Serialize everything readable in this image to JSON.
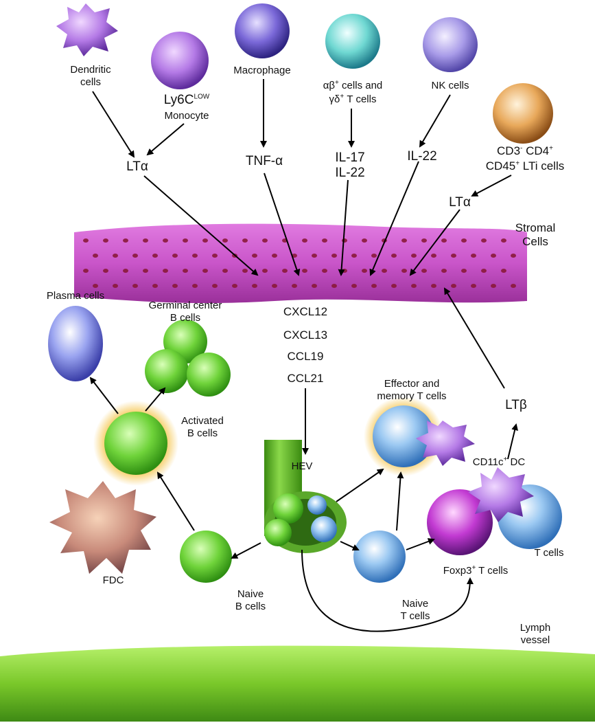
{
  "cells": {
    "dendritic": [
      "Dendritic",
      "cells"
    ],
    "ly6c_main": "Ly6C",
    "ly6c_sup": "LOW",
    "monocyte": "Monocyte",
    "macrophage": "Macrophage",
    "ab_cells": [
      "αβ",
      "+",
      " cells and"
    ],
    "gd_cells": [
      "γδ",
      "+",
      " T cells"
    ],
    "nk": "NK cells",
    "lti_line1": [
      "CD3",
      "-",
      " CD4",
      "+"
    ],
    "lti_line2": [
      "CD45",
      "+",
      " LTi cells"
    ],
    "stromal": [
      "Stromal",
      "Cells"
    ],
    "plasma": "Plasma cells",
    "germinal": [
      "Germinal center",
      "B cells"
    ],
    "activated": [
      "Activated",
      "B cells"
    ],
    "fdc": "FDC",
    "naive_b": [
      "Naive",
      "B cells"
    ],
    "hev": "HEV",
    "effector": [
      "Effector and",
      "memory T cells"
    ],
    "cd11c": [
      "CD11c",
      "+",
      " DC"
    ],
    "t_cells": "T cells",
    "foxp3": [
      "Foxp3",
      "+",
      " T cells"
    ],
    "naive_t": [
      "Naive",
      "T cells"
    ],
    "lymph": [
      "Lymph",
      "vessel"
    ]
  },
  "factors": {
    "lta_left": "LTα",
    "tnfa": "TNF-α",
    "il17": "IL-17",
    "il22_a": "IL-22",
    "il22_b": "IL-22",
    "lta_right": "LTα",
    "ltb": "LTβ",
    "chemokines": [
      "CXCL12",
      "CXCL13",
      "CCL19",
      "CCL21"
    ]
  },
  "colors": {
    "stroma": "#c955c9",
    "stroma_nucleus": "#8a1a3a",
    "b_cell_green": "#6fd33a",
    "t_cell_blue": "#6aa6e0",
    "lymph_green": "#7ac82a",
    "glow": "#f2b51c"
  }
}
